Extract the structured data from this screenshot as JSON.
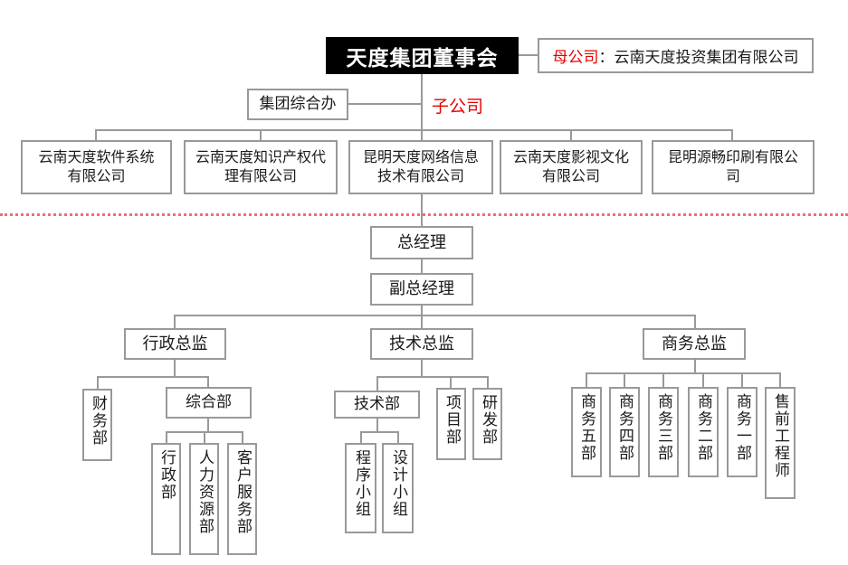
{
  "colors": {
    "accent_red": "#e60000",
    "separator_red": "#f56c6c",
    "line_gray": "#999999",
    "board_bg": "#000000",
    "board_text": "#ffffff"
  },
  "board": {
    "title": "天度集团董事会"
  },
  "parent_company": {
    "label": "母公司",
    "colon": "：",
    "name": "云南天度投资集团有限公司"
  },
  "group_office": "集团综合办",
  "subsidiary_label": "子公司",
  "subsidiaries": [
    "云南天度软件系统有限公司",
    "云南天度知识产权代理有限公司",
    "昆明天度网络信息技术有限公司",
    "云南天度影视文化有限公司",
    "昆明源畅印刷有限公司"
  ],
  "management": {
    "gm": "总经理",
    "deputy_gm": "副总经理"
  },
  "directors": {
    "admin": "行政总监",
    "tech": "技术总监",
    "business": "商务总监"
  },
  "admin_branch": {
    "finance": "财务部",
    "general": "综合部",
    "general_children": [
      "行政部",
      "人力资源部",
      "客户服务部"
    ]
  },
  "tech_branch": {
    "tech_dept": "技术部",
    "project_dept": "项目部",
    "rnd_dept": "研发部",
    "tech_children": [
      "程序小组",
      "设计小组"
    ]
  },
  "business_branch": {
    "departments": [
      "商务五部",
      "商务四部",
      "商务三部",
      "商务二部",
      "商务一部",
      "售前工程师"
    ]
  }
}
